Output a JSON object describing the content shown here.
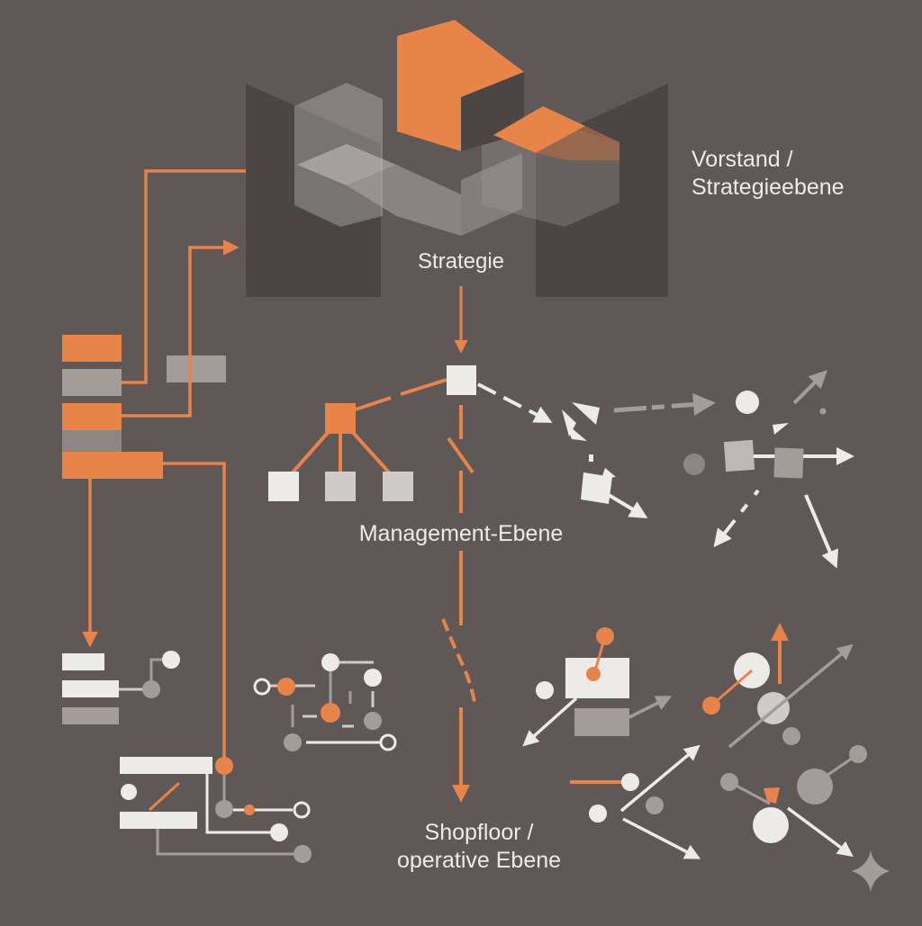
{
  "diagram": {
    "title": "Strategie → Management → Shopfloor",
    "colors": {
      "background": "#5f5856",
      "accent": "#e8834a",
      "light": "#ecebe8",
      "mid_gray": "#a39d9a",
      "dark_panel": "#4b4543"
    },
    "labels": {
      "strategy": "Strategie",
      "board_level_line1": "Vorstand /",
      "board_level_line2": "Strategieebene",
      "management": "Management-Ebene",
      "shopfloor_line1": "Shopfloor /",
      "operative_line2": "operative Ebene"
    },
    "levels": [
      {
        "name": "Vorstand / Strategieebene",
        "role": "strategy"
      },
      {
        "name": "Management-Ebene",
        "role": "management"
      },
      {
        "name": "Shopfloor / operative Ebene",
        "role": "operations"
      }
    ],
    "icons": {
      "strategy_blocks": "isometric-cubes-icon",
      "org_tree": "hierarchy-icon",
      "sparkle": "sparkle-icon"
    }
  }
}
